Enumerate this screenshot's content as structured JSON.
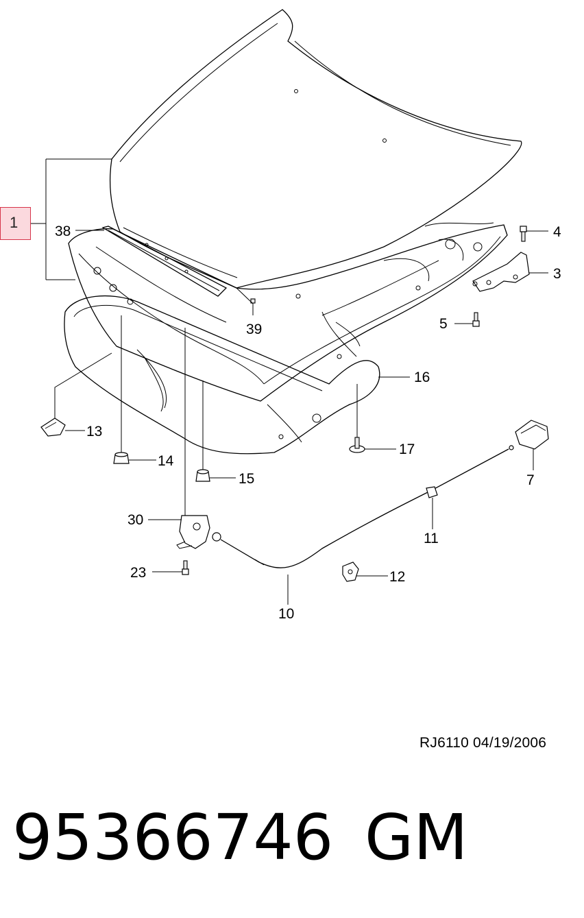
{
  "callouts": {
    "c1": "1",
    "c3": "3",
    "c4": "4",
    "c5": "5",
    "c7": "7",
    "c10": "10",
    "c11": "11",
    "c12": "12",
    "c13": "13",
    "c14": "14",
    "c15": "15",
    "c16": "16",
    "c17": "17",
    "c23": "23",
    "c30": "30",
    "c38": "38",
    "c39": "39"
  },
  "drawing_ref": "RJ6110  04/19/2006",
  "part_number": "95366746",
  "brand": "GM",
  "highlight_color": "#d6344a",
  "highlight_fill": "#fbd9de"
}
